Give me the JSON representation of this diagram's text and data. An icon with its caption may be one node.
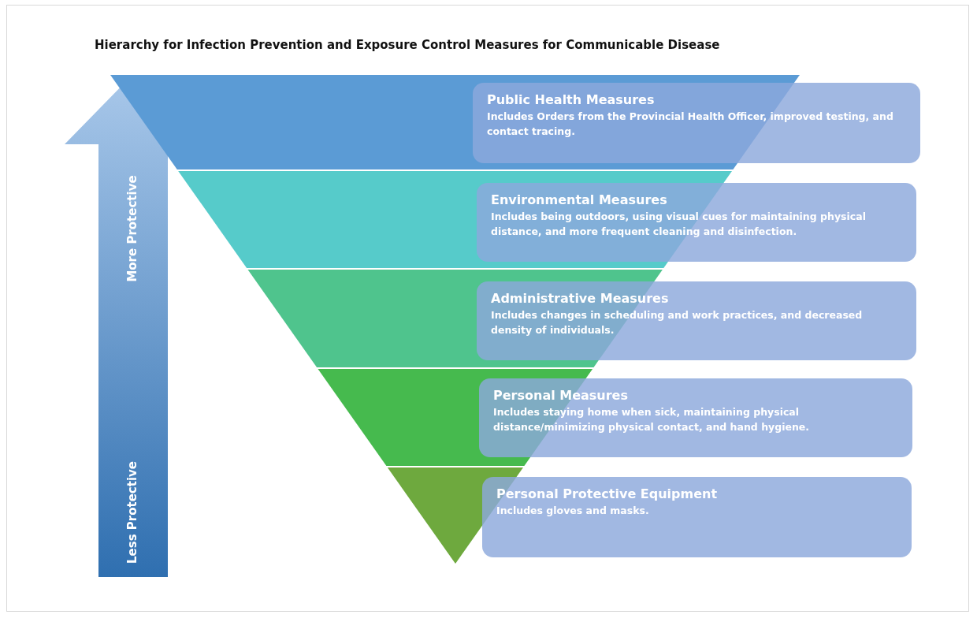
{
  "diagram": {
    "title": "Hierarchy for Infection Prevention and Exposure Control Measures for Communicable Disease",
    "nodes": [
      {
        "text": [
          "Public Health Measures",
          "Includes Orders from the Provincial Health Officer, improved testing, and contact tracing."
        ]
      },
      {
        "text": [
          "Environmental Measures",
          "Includes being outdoors, using visual cues for maintaining physical distance, and more frequent cleaning and disinfection."
        ]
      },
      {
        "text": [
          "Administrative Measures",
          "Includes changes in scheduling and work practices, and decreased density of individuals."
        ]
      },
      {
        "text": [
          "Personal Measures",
          "Includes staying home when sick, maintaining physical distance/minimizing physical contact, and hand hygiene."
        ]
      },
      {
        "text": [
          "Personal Protective Equipment",
          "Includes gloves and masks."
        ]
      }
    ],
    "edges": [],
    "labels": [
      "More Protective",
      "Less Protective"
    ]
  }
}
